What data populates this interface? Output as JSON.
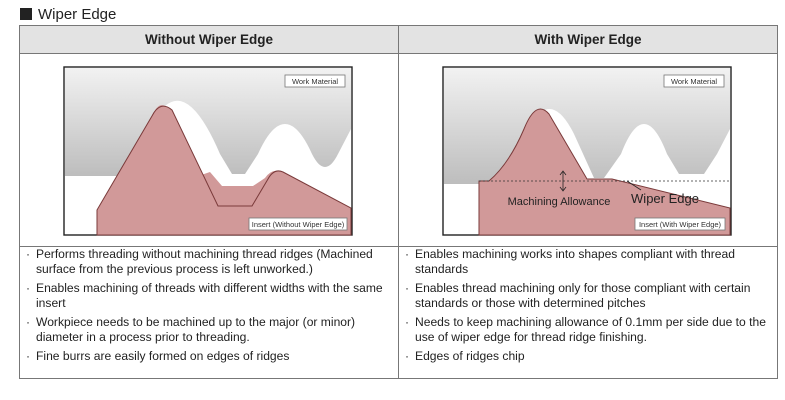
{
  "heading": "Wiper Edge",
  "columns": [
    {
      "header": "Without Wiper Edge",
      "diagram": {
        "work_label": "Work Material",
        "insert_label": "Insert (Without Wiper Edge)"
      },
      "points": [
        "Performs threading without machining thread ridges (Machined surface from the previous process is left unworked.)",
        "Enables machining of threads with different widths with the same insert",
        "Workpiece needs to be machined up to the major (or minor) diameter in a process prior to threading.",
        "Fine burrs are easily formed on edges of ridges"
      ]
    },
    {
      "header": "With Wiper Edge",
      "diagram": {
        "work_label": "Work Material",
        "insert_label": "Insert (With Wiper Edge)",
        "allowance_label": "Machining Allowance",
        "wiper_label": "Wiper Edge"
      },
      "points": [
        "Enables machining works into shapes compliant with thread standards",
        "Enables thread machining only for those compliant with certain standards or those with determined pitches",
        "Needs to keep machining allowance of 0.1mm per side due to the use of wiper edge for thread ridge finishing.",
        "Edges of ridges chip"
      ]
    }
  ]
}
